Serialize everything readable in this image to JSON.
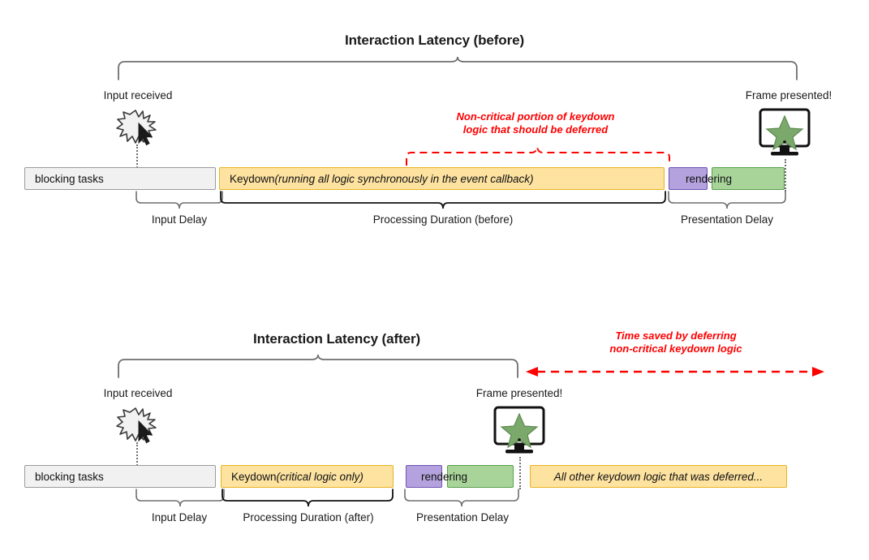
{
  "colors": {
    "blocking_fill": "#f1f1f1",
    "blocking_stroke": "#9a9a9a",
    "keydown_fill": "#fde2a0",
    "keydown_stroke": "#e8b323",
    "purple_fill": "#b3a2dd",
    "purple_stroke": "#6f52b5",
    "green_fill": "#a8d49a",
    "green_stroke": "#56a04a",
    "annotation_red": "#ff0000",
    "bracket_gray": "#6f6f6f",
    "bracket_black": "#111111",
    "star_fill": "#7ba96b",
    "text": "#1a1a1a"
  },
  "before": {
    "title": "Interaction Latency (before)",
    "input_label": "Input received",
    "frame_label": "Frame presented!",
    "annotation_line1": "Non-critical portion of keydown",
    "annotation_line2": "logic that should be deferred",
    "bars": {
      "blocking": "blocking tasks",
      "keydown_prefix": "Keydown ",
      "keydown_italic": "(running all logic synchronously in the event callback)",
      "rendering": "rendering"
    },
    "brackets": [
      {
        "label": "Input Delay"
      },
      {
        "label": "Processing Duration (before)"
      },
      {
        "label": "Presentation Delay"
      }
    ],
    "icons": {
      "input": "starburst-cursor-icon",
      "frame": "monitor-star-icon"
    }
  },
  "after": {
    "title": "Interaction Latency (after)",
    "input_label": "Input received",
    "frame_label": "Frame presented!",
    "annotation_line1": "Time saved by deferring",
    "annotation_line2": "non-critical keydown logic",
    "bars": {
      "blocking": "blocking tasks",
      "keydown_prefix": "Keydown ",
      "keydown_italic": "(critical logic only)",
      "rendering": "rendering",
      "deferred": "All other keydown logic that was deferred..."
    },
    "brackets": [
      {
        "label": "Input Delay"
      },
      {
        "label": "Processing Duration (after)"
      },
      {
        "label": "Presentation Delay"
      }
    ],
    "icons": {
      "input": "starburst-cursor-icon",
      "frame": "monitor-star-icon"
    }
  }
}
